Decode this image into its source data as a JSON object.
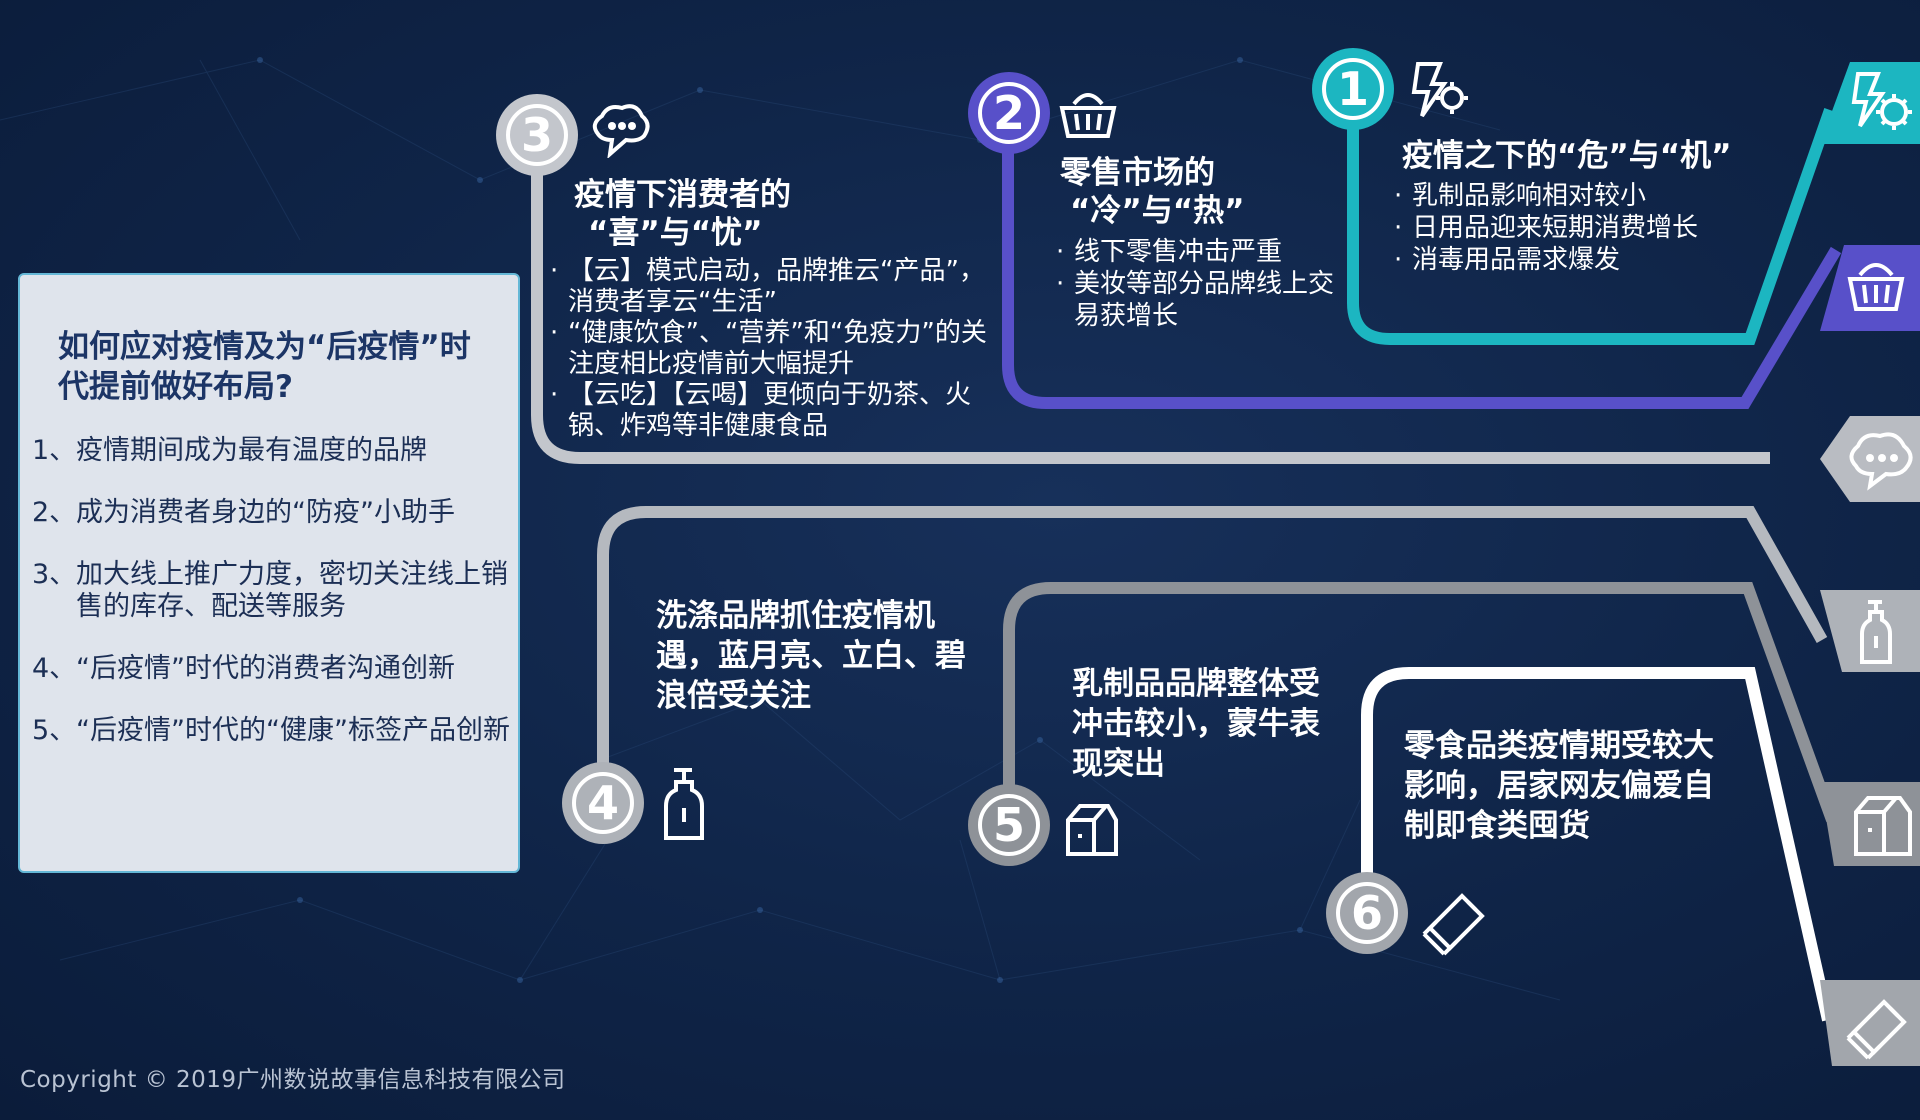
{
  "panel": {
    "title": "如何应对疫情及为“后疫情”时代提前做好布局?",
    "items": [
      {
        "num": "1、",
        "text": "疫情期间成为最有温度的品牌"
      },
      {
        "num": "2、",
        "text": "成为消费者身边的“防疫”小助手"
      },
      {
        "num": "3、",
        "text": "加大线上推广力度，密切关注线上销售的库存、配送等服务"
      },
      {
        "num": "4、",
        "text": "“后疫情”时代的消费者沟通创新"
      },
      {
        "num": "5、",
        "text": "“后疫情”时代的“健康”标签产品创新"
      }
    ]
  },
  "lines": [
    {
      "number": "1",
      "color": "#1bb5c0",
      "icon": "virus-lightning-icon",
      "title": "疫情之下的“危”与“机”",
      "bullets": [
        "乳制品影响相对较小",
        "日用品迎来短期消费增长",
        "消毒用品需求爆发"
      ]
    },
    {
      "number": "2",
      "color": "#5550c8",
      "icon": "basket-icon",
      "title_lines": [
        "零售市场的",
        "“冷”与“热”"
      ],
      "bullets": [
        "线下零售冲击严重",
        "美妆等部分品牌线上交易获增长"
      ]
    },
    {
      "number": "3",
      "color": "#b9bcc2",
      "icon": "chat-cloud-icon",
      "title_lines": [
        "疫情下消费者的",
        "“喜”与“忧”"
      ],
      "bullets": [
        "【云】模式启动，品牌推云“产品”，消费者享云“生活”",
        "“健康饮食”、“营养”和“免疫力”的关注度相比疫情前大幅提升",
        "【云吃】【云喝】更倾向于奶茶、火锅、炸鸡等非健康食品"
      ]
    },
    {
      "number": "4",
      "color": "#aeb2b8",
      "icon": "soap-bottle-icon",
      "text": "洗涤品牌抓住疫情机遇，蓝月亮、立白、碧浪倍受关注"
    },
    {
      "number": "5",
      "color": "#8e9298",
      "icon": "milk-carton-icon",
      "text": "乳制品品牌整体受冲击较小，蒙牛表现突出"
    },
    {
      "number": "6",
      "color": "#a2a6ac",
      "icon": "snack-bag-icon",
      "text": "零食品类疫情期受较大影响，居家网友偏爱自制即食类囤货"
    }
  ],
  "copyright": "Copyright © 2019广州数说故事信息科技有限公司"
}
